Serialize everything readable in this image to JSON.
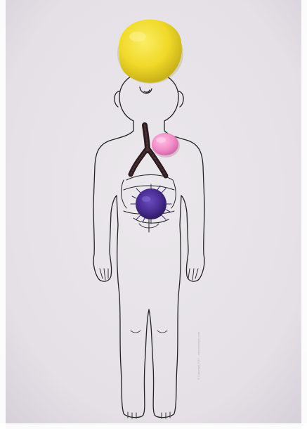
{
  "scene": {
    "type": "photograph",
    "subject": "body-outline-worksheet-with-pompom-organs",
    "colors": {
      "paper": "#e6e2e7",
      "paper_shadow": "#d6d1d8",
      "outline": "#222222",
      "brain_pompom": "#f1dc2a",
      "heart_pompom": "#f28fc9",
      "lungs_pipe_cleaner": "#2a1a1e",
      "stomach_pompom": "#4a2d92"
    }
  },
  "footer": {
    "copyright_text": "© Copyright 2017 - www.example.com"
  }
}
